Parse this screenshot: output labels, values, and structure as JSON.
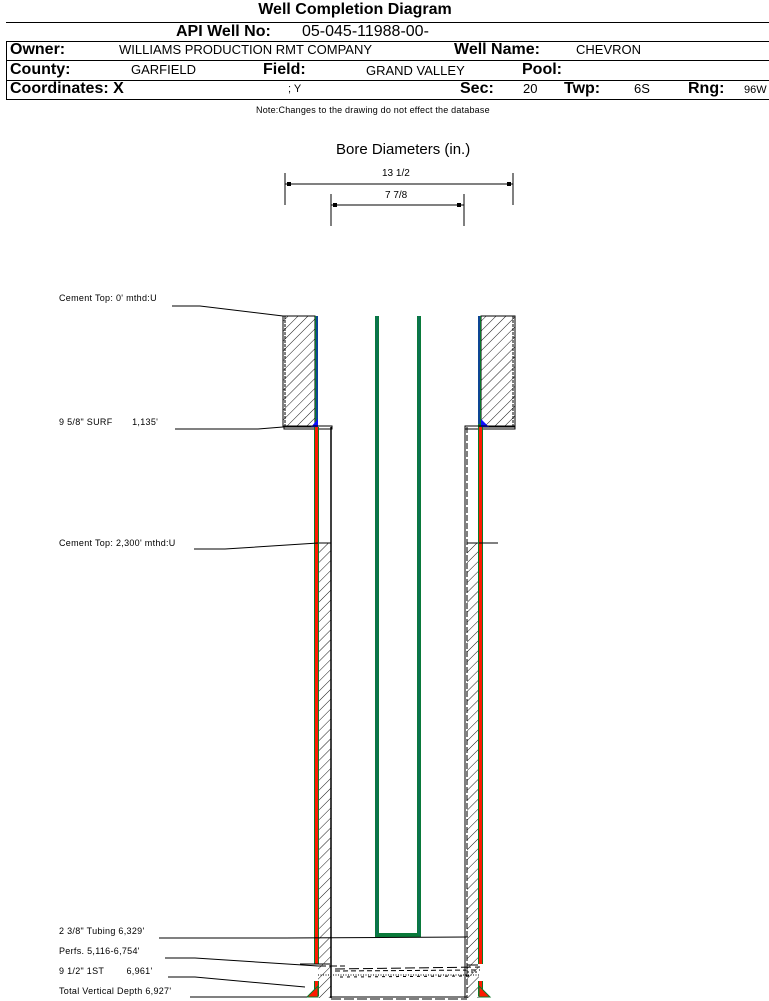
{
  "title": "Well Completion Diagram",
  "header": {
    "api_label": "API Well No:",
    "api_value": "05-045-11988-00-",
    "owner_label": "Owner:",
    "owner_value": "WILLIAMS PRODUCTION RMT COMPANY",
    "well_name_label": "Well Name:",
    "well_name_value": "CHEVRON",
    "county_label": "County:",
    "county_value": "GARFIELD",
    "field_label": "Field:",
    "field_value": "GRAND VALLEY",
    "pool_label": "Pool:",
    "pool_value": "",
    "coordinates_label": "Coordinates: X",
    "coordinates_x_value": "",
    "coordinates_y_label": "; Y",
    "coordinates_y_value": "",
    "sec_label": "Sec:",
    "sec_value": "20",
    "twp_label": "Twp:",
    "twp_value": "6S",
    "rng_label": "Rng:",
    "rng_value": "96W"
  },
  "note": "Note:Changes to the drawing do not effect the database",
  "diagram": {
    "title": "Bore Diameters (in.)",
    "bore_diameters": [
      "13 1/2",
      "7 7/8"
    ],
    "callouts": [
      {
        "label": "Cement Top: 0' mthd:U"
      },
      {
        "label": "9 5/8\" SURF       1,135'"
      },
      {
        "label": "Cement Top: 2,300' mthd:U"
      },
      {
        "label": "2 3/8\" Tubing 6,329'"
      },
      {
        "label": "Perfs. 5,116-6,754'"
      },
      {
        "label": "9 1/2\" 1ST        6,961'"
      },
      {
        "label": "Total Vertical Depth 6,927'"
      }
    ],
    "colors": {
      "surface_casing": "#0a7a2a",
      "production_casing": "#ff1a00",
      "tubing": "#0a7a3a",
      "shoe": "#1010ff",
      "line": "#000000"
    }
  }
}
